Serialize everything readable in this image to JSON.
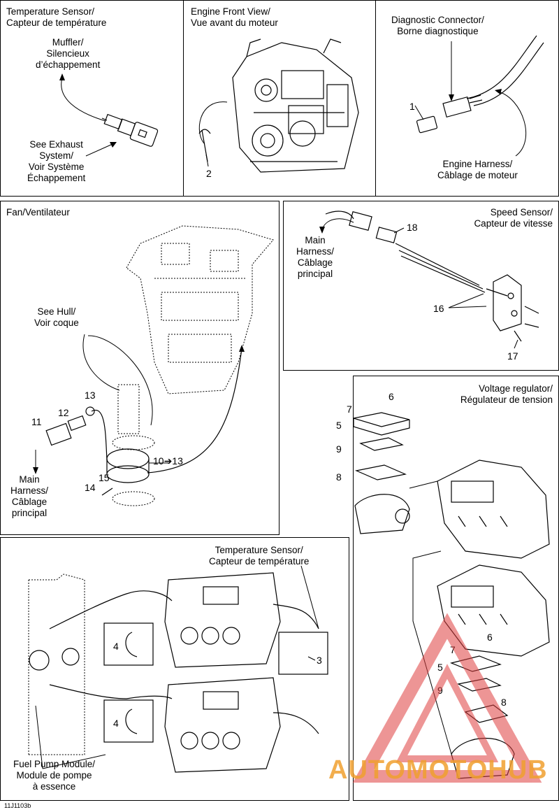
{
  "panels": {
    "temp_sensor_top": {
      "title": "Temperature Sensor/\nCapteur de température",
      "muffler": "Muffler/\nSilencieux\nd’échappement",
      "exhaust": "See Exhaust\nSystem/\nVoir Système\nÉchappement"
    },
    "engine_front": {
      "title": "Engine Front View/\nVue avant du moteur",
      "callout_2": "2"
    },
    "diagnostic": {
      "title": "Diagnostic Connector/\nBorne diagnostique",
      "callout_1": "1",
      "engine_harness": "Engine Harness/\nCâblage de moteur"
    },
    "fan": {
      "title": "Fan/Ventilateur",
      "see_hull": "See Hull/\nVoir coque",
      "main_harness": "Main\nHarness/\nCâblage\nprincipal",
      "callout_11": "11",
      "callout_12": "12",
      "callout_13": "13",
      "callout_10_13": "10➔13",
      "callout_14": "14",
      "callout_15": "15"
    },
    "speed_sensor": {
      "title": "Speed Sensor/\nCapteur de vitesse",
      "main_harness": "Main\nHarness/\nCâblage\nprincipal",
      "callout_16": "16",
      "callout_17": "17",
      "callout_18": "18"
    },
    "voltage_regulator": {
      "title": "Voltage regulator/\nRégulateur de tension",
      "callout_5": "5",
      "callout_6": "6",
      "callout_7": "7",
      "callout_8": "8",
      "callout_9": "9",
      "callout_5b": "5",
      "callout_6b": "6",
      "callout_7b": "7",
      "callout_8b": "8",
      "callout_9b": "9"
    },
    "fuel_pump": {
      "temp_sensor": "Temperature Sensor/\nCapteur de température",
      "fuel_pump_module": "Fuel Pump Module/\nModule de pompe\nà essence",
      "callout_3": "3",
      "callout_4a": "4",
      "callout_4b": "4"
    }
  },
  "figure_id": "11J1103b",
  "watermark": {
    "text": "AUTOMOTOHUB",
    "color_main": "#f0a030",
    "color_triangle": "#e04040"
  }
}
